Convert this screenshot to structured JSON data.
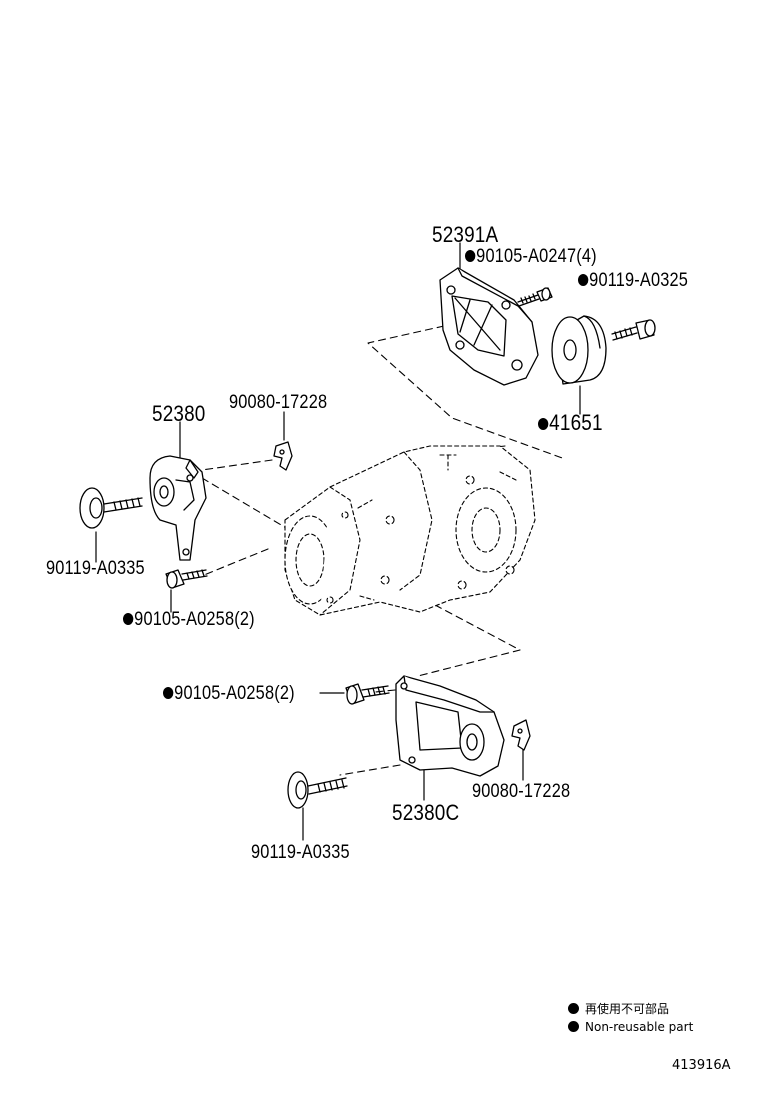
{
  "parts": [
    {
      "id": "p1",
      "number": "52391A",
      "non_reusable": false
    },
    {
      "id": "p2",
      "number": "90105-A0247(4)",
      "non_reusable": true
    },
    {
      "id": "p3",
      "number": "90119-A0325",
      "non_reusable": true
    },
    {
      "id": "p4",
      "number": "41651",
      "non_reusable": true
    },
    {
      "id": "p5",
      "number": "52380",
      "non_reusable": false
    },
    {
      "id": "p6",
      "number": "90080-17228",
      "non_reusable": false
    },
    {
      "id": "p7",
      "number": "90119-A0335",
      "non_reusable": false
    },
    {
      "id": "p8",
      "number": "90105-A0258(2)",
      "non_reusable": true
    },
    {
      "id": "p9",
      "number": "90105-A0258(2)",
      "non_reusable": true
    },
    {
      "id": "p10",
      "number": "90080-17228",
      "non_reusable": false
    },
    {
      "id": "p11",
      "number": "52380C",
      "non_reusable": false
    },
    {
      "id": "p12",
      "number": "90119-A0335",
      "non_reusable": false
    }
  ],
  "legend": {
    "japanese": "再使用不可部品",
    "english": "Non-reusable part"
  },
  "drawing_number": "413916A"
}
